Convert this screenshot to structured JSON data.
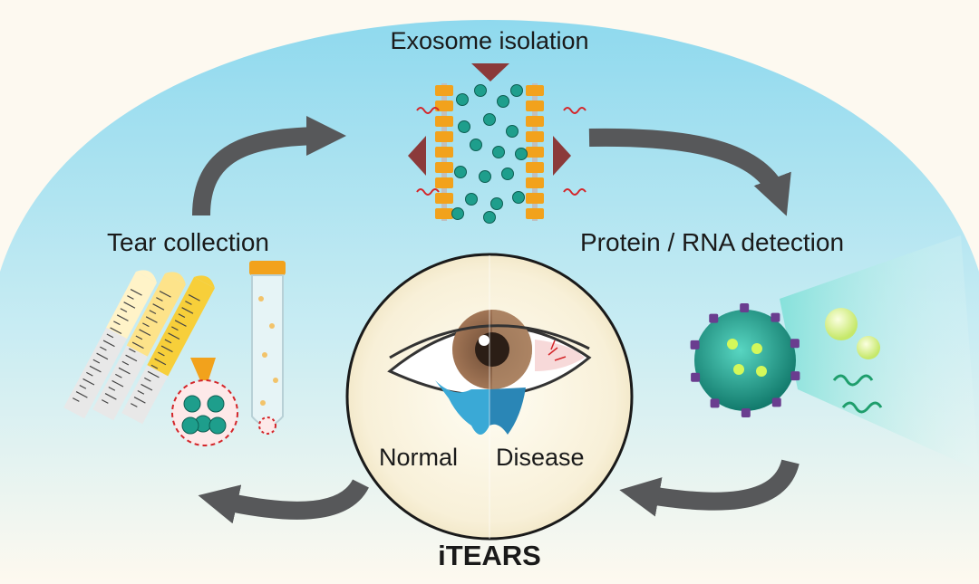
{
  "labels": {
    "exosome_isolation": "Exosome isolation",
    "tear_collection": "Tear collection",
    "detection": "Protein / RNA detection",
    "normal": "Normal",
    "disease": "Disease",
    "title": "iTEARS"
  },
  "colors": {
    "dome_top": "#8fd9ee",
    "dome_bottom": "#fdf9ef",
    "arrow": "#57585a",
    "exosome": "#1e9e8c",
    "pillar": "#f2a21c",
    "triangle": "#8b3a3a",
    "wave": "#d4262a",
    "tear": "#3aa9d6",
    "strip_yellow": "#f7cf3a",
    "virus_purple": "#6a3d8f"
  },
  "icons": [
    "exosome-isolation-device-icon",
    "tear-strips-icon",
    "collection-tube-icon",
    "exosome-detection-icon",
    "eye-icon",
    "cycle-arrow-icon"
  ]
}
